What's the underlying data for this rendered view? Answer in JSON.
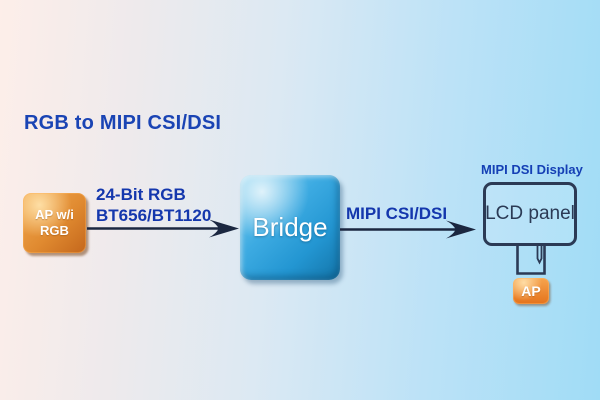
{
  "title": "RGB to MIPI CSI/DSI",
  "nodes": {
    "source": {
      "line1": "AP w/i",
      "line2": "RGB"
    },
    "bridge": {
      "label": "Bridge"
    },
    "display": {
      "caption": "MIPI DSI Display",
      "panel_label": "LCD panel",
      "ap_label": "AP"
    }
  },
  "connections": {
    "input": {
      "line1": "24-Bit RGB",
      "line2": "BT656/BT1120"
    },
    "output": {
      "label": "MIPI CSI/DSI"
    }
  },
  "colors": {
    "background_left": "#fdeee9",
    "background_right": "#a0dcf6",
    "title_text": "#1a44b4",
    "bus_label_text": "#1437ad",
    "arrow": "#1b2740",
    "bridge_fill": "#2ea3de",
    "source_fill": "#e08a30",
    "panel_stroke": "#2b3a55"
  }
}
